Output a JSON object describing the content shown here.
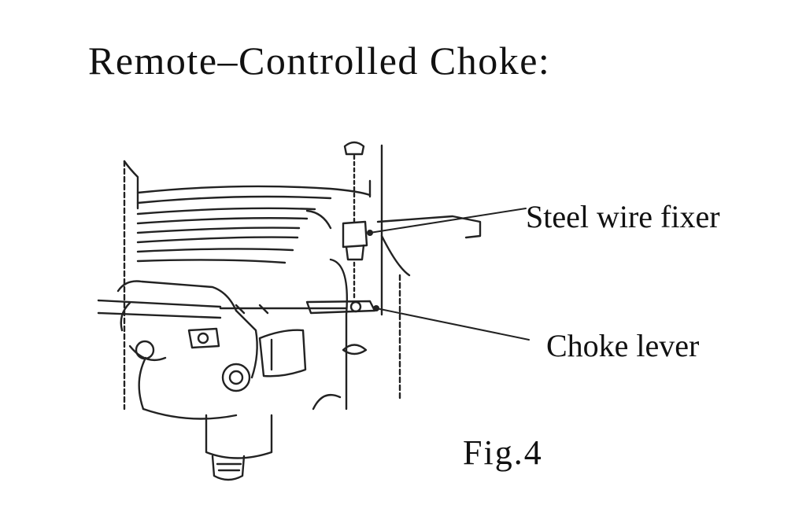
{
  "diagram": {
    "title": "Remote–Controlled Choke:",
    "labels": {
      "steel_wire_fixer": "Steel wire fixer",
      "choke_lever": "Choke lever"
    },
    "caption": "Fig.4"
  },
  "colors": {
    "ink": "#111111",
    "background": "#ffffff"
  }
}
